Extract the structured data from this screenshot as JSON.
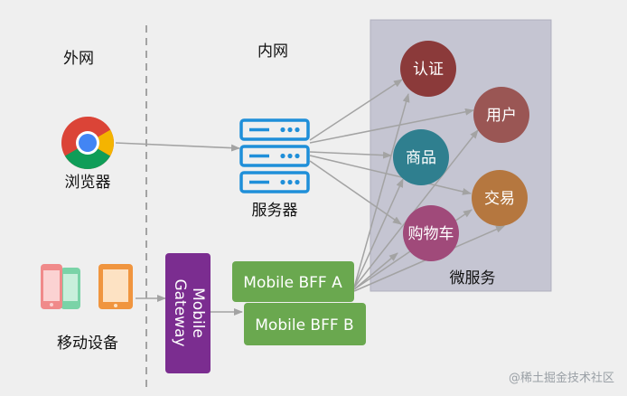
{
  "labels": {
    "external": "外网",
    "internal": "内网",
    "browser": "浏览器",
    "server": "服务器",
    "mobile": "移动设备",
    "microservices": "微服务"
  },
  "gateway": {
    "line1": "Mobile",
    "line2": "Gateway",
    "color": "#7b2d90"
  },
  "bff": {
    "a": "Mobile BFF A",
    "b": "Mobile BFF B",
    "color": "#6aa84f"
  },
  "services": [
    {
      "id": "auth",
      "label": "认证",
      "color": "#8b3a3a"
    },
    {
      "id": "user",
      "label": "用户",
      "color": "#9a5654"
    },
    {
      "id": "product",
      "label": "商品",
      "color": "#2f7f8f"
    },
    {
      "id": "trade",
      "label": "交易",
      "color": "#b5773f"
    },
    {
      "id": "cart",
      "label": "购物车",
      "color": "#a04a7a"
    }
  ],
  "watermark": "@稀土掘金技术社区",
  "colors": {
    "server_blue": "#1f8fd9",
    "arrow": "#a3a3a3",
    "panel": "#c5c5d2"
  }
}
